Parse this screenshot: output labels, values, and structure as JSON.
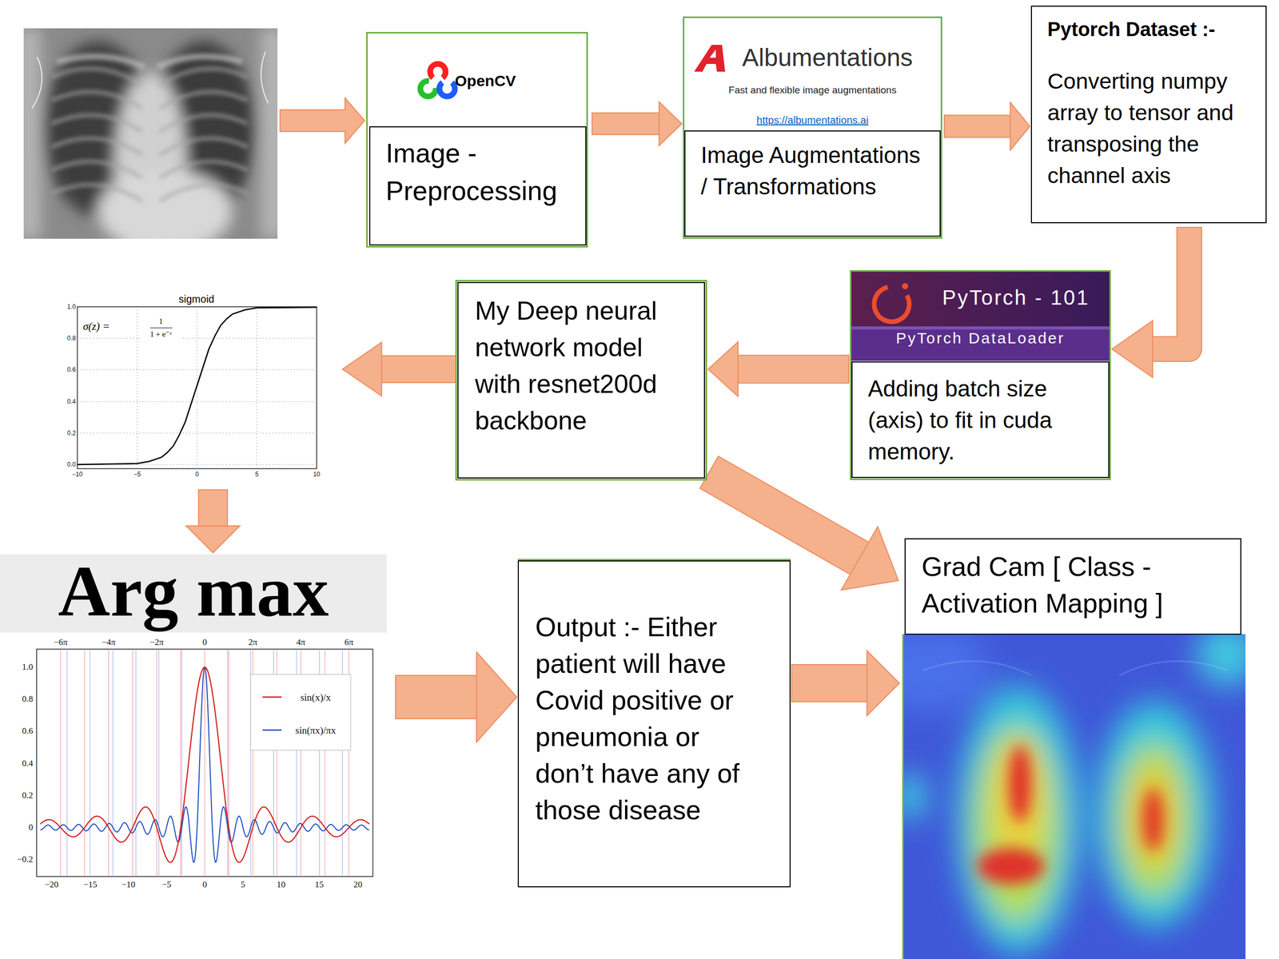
{
  "diagram": {
    "nodes": [
      {
        "text": [
          "OpenCV"
        ]
      },
      {
        "text": [
          "Image - Preprocessing"
        ],
        "in": 0
      },
      {
        "text": [
          "Albumentations",
          "Fast and flexible image augmentations",
          "https://albumentations.ai"
        ]
      },
      {
        "text": [
          "Image Augmentations / Transformations"
        ],
        "in": 2
      },
      {
        "text": [
          "Pytorch Dataset :-",
          "Converting numpy array to tensor and transposing the channel axis"
        ]
      },
      {
        "text": [
          "sigmoid",
          "σ(z) =",
          "1",
          "1 + e⁻ᶻ"
        ]
      },
      {
        "text": [
          "My Deep neural network model with resnet200d backbone"
        ]
      },
      {
        "text": [
          "PyTorch - 101",
          "PyTorch DataLoader"
        ]
      },
      {
        "text": [
          "Adding batch size (axis) to fit in cuda memory."
        ],
        "in": 7
      },
      {
        "text": [
          "Arg max"
        ]
      },
      {
        "text": [
          "Output :- Either patient will have Covid positive or pneumonia or don’t have any of those disease"
        ]
      },
      {
        "text": [
          "Grad Cam [ Class - Activation Mapping ]"
        ]
      }
    ],
    "edges": [
      {
        "from": 0,
        "to": 2,
        "arrow": "to"
      },
      {
        "from": 2,
        "to": 4,
        "arrow": "to"
      },
      {
        "from": 4,
        "to": 7,
        "arrow": "to"
      },
      {
        "from": 7,
        "to": 6,
        "arrow": "to"
      },
      {
        "from": 6,
        "to": 5,
        "arrow": "to"
      },
      {
        "from": 5,
        "to": 9,
        "arrow": "to"
      },
      {
        "from": 9,
        "to": 10,
        "arrow": "to"
      },
      {
        "from": 10,
        "to": 11,
        "arrow": "to"
      },
      {
        "from": 6,
        "to": 11,
        "arrow": "to"
      }
    ],
    "labels": [
      "1.0",
      "0.8",
      "0.6",
      "0.4",
      "0.2",
      "0.0",
      "−10",
      "−5",
      "0",
      "5",
      "10",
      "−6π",
      "−4π",
      "−2π",
      "0",
      "2π",
      "4π",
      "6π",
      "1.0",
      "0.8",
      "0.6",
      "0.4",
      "0.2",
      "0",
      "−0.2",
      "−20",
      "−15",
      "−10",
      "−5",
      "0",
      "5",
      "10",
      "15",
      "20"
    ],
    "legend": [
      {
        "text": "sin(x)/x"
      },
      {
        "text": "sin(πx)/πx"
      }
    ]
  }
}
